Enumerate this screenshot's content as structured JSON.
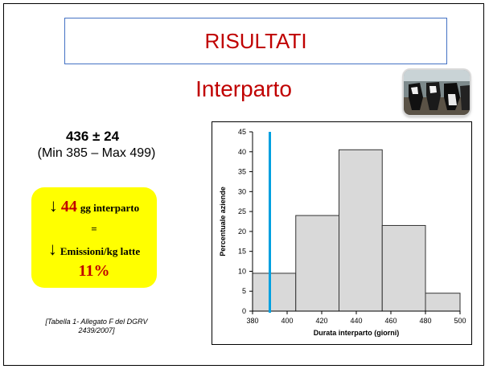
{
  "slide": {
    "title": "RISULTATI",
    "subtitle": "Interparto",
    "photo_icon": "cows-photo-icon"
  },
  "stats": {
    "mean_sd": "436 ± 24",
    "range": "(Min 385 – Max 499)"
  },
  "highlight": {
    "arrow1": "↓",
    "value": "44",
    "text1": "gg interparto",
    "equals": "=",
    "arrow2": "↓",
    "text2": "Emissioni/kg latte",
    "percent": "11%"
  },
  "reference": {
    "line1": "[Tabella 1- Allegato F del DGRV",
    "line2": "2439/2007]"
  },
  "colors": {
    "title_red": "#c00000",
    "highlight_yellow": "#ffff00",
    "bar_fill": "#d9d9d9",
    "marker_blue": "#00a0e0",
    "title_border": "#4472c4"
  },
  "chart_data": {
    "type": "bar",
    "bins": [
      [
        380,
        405
      ],
      [
        405,
        430
      ],
      [
        430,
        455
      ],
      [
        455,
        480
      ],
      [
        480,
        500
      ]
    ],
    "values": [
      9.5,
      24,
      40.5,
      21.5,
      4.5
    ],
    "xlabel": "Durata interparto (giorni)",
    "ylabel": "Percentuale aziende",
    "xlim": [
      380,
      500
    ],
    "ylim": [
      0,
      45
    ],
    "xticks": [
      380,
      400,
      420,
      440,
      460,
      480,
      500
    ],
    "yticks": [
      0,
      5,
      10,
      15,
      20,
      25,
      30,
      35,
      40,
      45
    ],
    "marker_line": {
      "x": 390
    },
    "grid": false,
    "legend": "none"
  }
}
